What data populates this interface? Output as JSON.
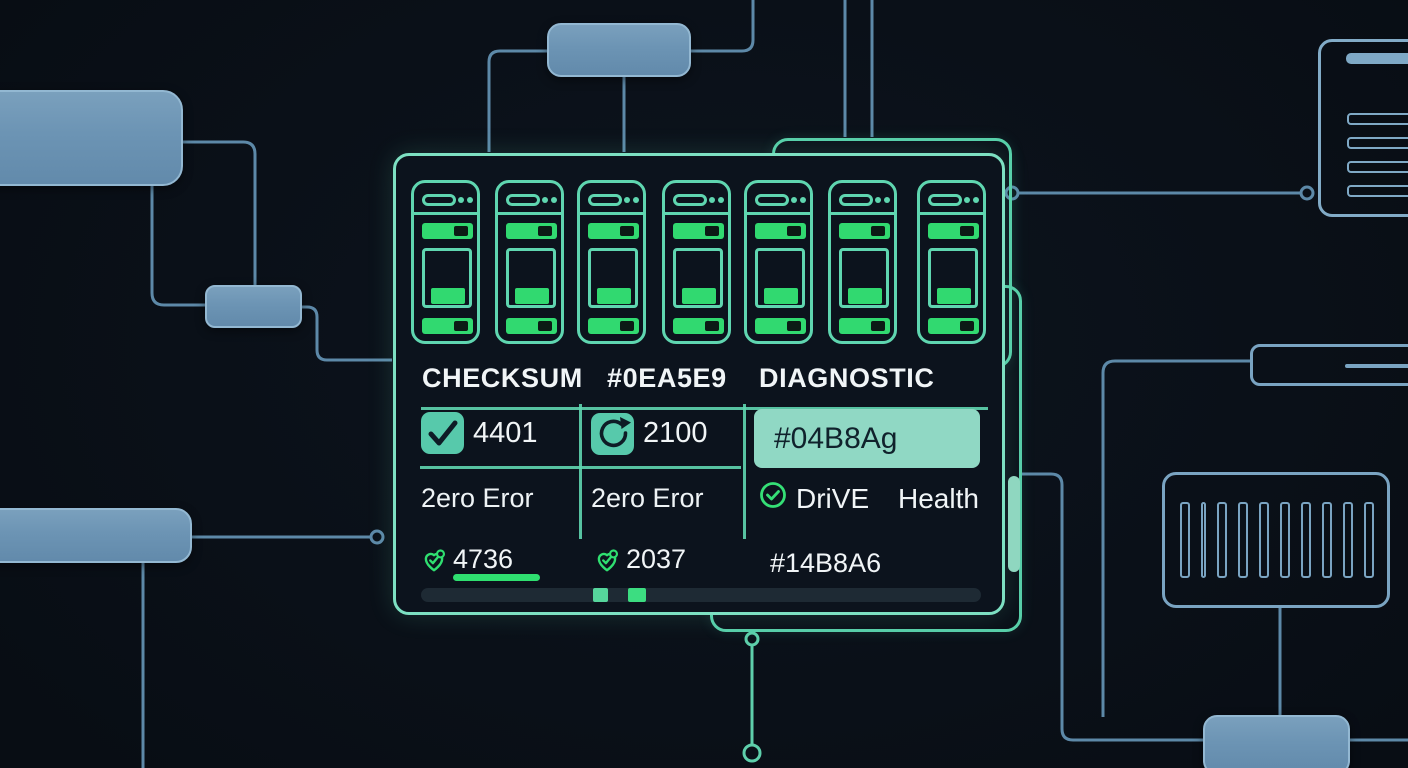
{
  "panel": {
    "headers": [
      {
        "label": "CHECKSUM"
      },
      {
        "label": "#0EA5E9"
      },
      {
        "label": "DIAGNOSTIC"
      }
    ],
    "drives": {
      "count": 7
    },
    "checksum": {
      "value": "4401",
      "status": "2ero Eror",
      "health_value": "4736"
    },
    "refresh": {
      "value": "2100",
      "status": "2ero Eror",
      "health_value": "2037"
    },
    "diagnostic": {
      "code": "#04B8Ag",
      "drive_label": "DriVE",
      "health_label": "Health",
      "code2": "#14B8A6"
    },
    "progress": {
      "segment_count": 2
    }
  },
  "barcode": {
    "bar_widths": [
      10,
      5,
      10,
      10,
      10,
      10,
      10,
      10,
      10,
      10
    ]
  },
  "list_box": {
    "line_count": 4
  },
  "icons": [
    "check-icon",
    "refresh-icon",
    "circle-check-icon",
    "heart-check-icon"
  ],
  "colors": {
    "background": "#0a1018",
    "panel_border": "#7de0c2",
    "teal_outline": "#5fd6b0",
    "green_fill": "#31d970",
    "tile_teal": "#57c9ab",
    "value_box_fill": "#90d8c4",
    "value_box_text": "#10222c",
    "blue_node_fill": "#6c94b4",
    "blue_line": "#5d89a8",
    "text": "#f1f5f7",
    "progress_track": "#1e2a34",
    "progress_seg1": "#56d69c",
    "progress_seg2": "#3cdd81"
  }
}
